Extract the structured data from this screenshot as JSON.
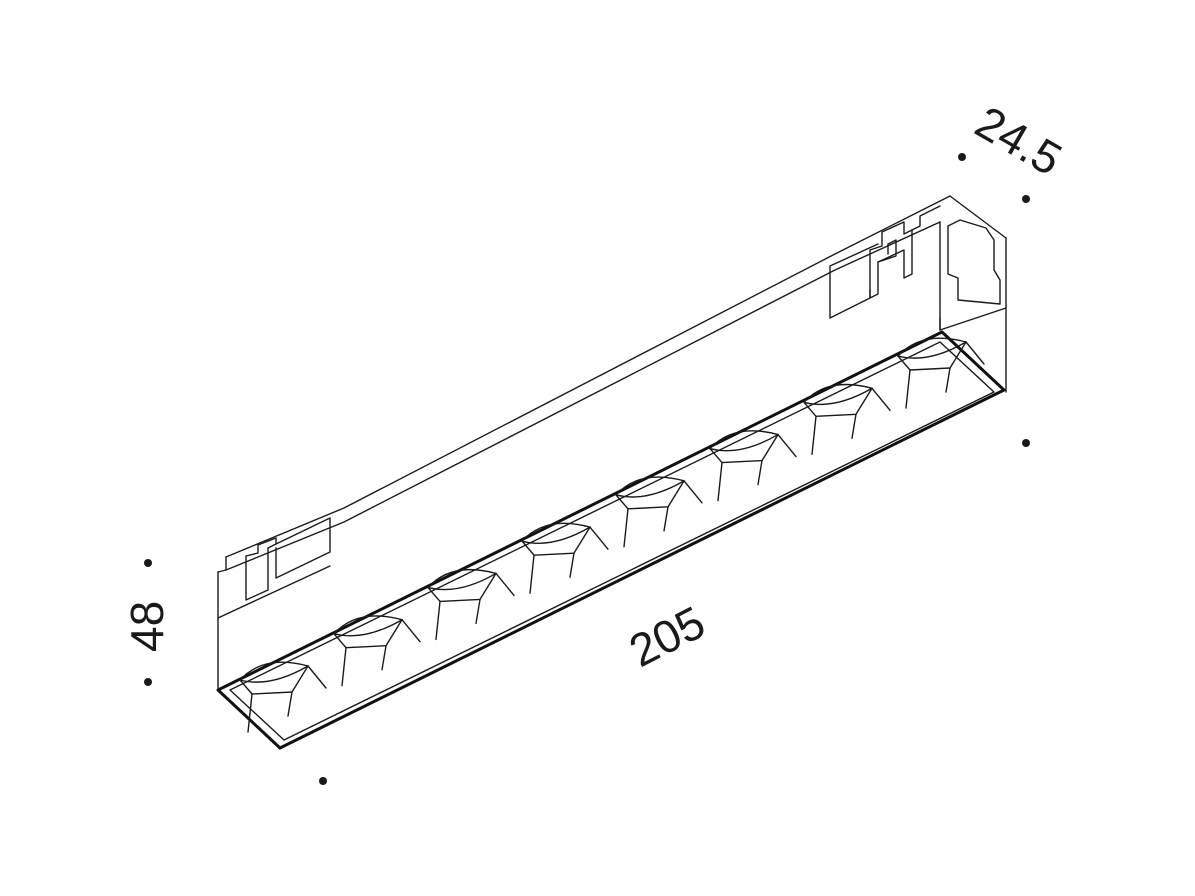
{
  "dimensions": {
    "length": "205",
    "height": "48",
    "depth": "24.5"
  },
  "lens_count": 8,
  "colors": {
    "line": "#1a1a1a",
    "background": "#ffffff"
  }
}
